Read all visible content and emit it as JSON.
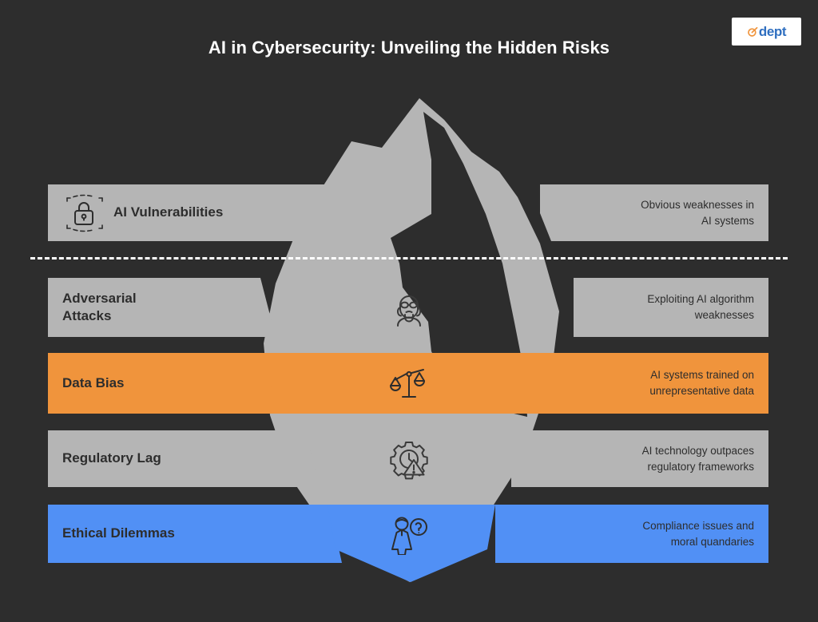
{
  "page": {
    "title": "AI in Cybersecurity: Unveiling the Hidden Risks",
    "background_color": "#2d2d2d",
    "water_line_label": ""
  },
  "logo": {
    "name": "dept-logo",
    "wordmark": "dept",
    "mark_color": "#f0943c",
    "text_color": "#2f6fc0",
    "background_color": "#ffffff"
  },
  "colors": {
    "gray": "#b5b5b5",
    "orange": "#f0943c",
    "blue": "#5190f5",
    "dark": "#2d2d2d",
    "text_dark": "#2d2d2d",
    "title_text": "#ffffff"
  },
  "rows": [
    {
      "id": "ai-vulnerabilities",
      "label": "AI Vulnerabilities",
      "description": "Obvious weaknesses in\nAI systems",
      "color": "#b5b5b5",
      "zone": "above-water",
      "badge_icon": "padlock-icon",
      "center_icon": null
    },
    {
      "id": "adversarial-attacks",
      "label": "Adversarial\nAttacks",
      "description": "Exploiting AI algorithm\nweaknesses",
      "color": "#b5b5b5",
      "zone": "below-water",
      "badge_icon": null,
      "center_icon": "masked-hacker-icon"
    },
    {
      "id": "data-bias",
      "label": "Data Bias",
      "description": "AI systems trained on\nunrepresentative data",
      "color": "#f0943c",
      "zone": "below-water",
      "badge_icon": null,
      "center_icon": "unbalanced-scales-icon"
    },
    {
      "id": "regulatory-lag",
      "label": "Regulatory Lag",
      "description": "AI technology outpaces\nregulatory frameworks",
      "color": "#b5b5b5",
      "zone": "below-water",
      "badge_icon": null,
      "center_icon": "gear-clock-warning-icon"
    },
    {
      "id": "ethical-dilemmas",
      "label": "Ethical Dilemmas",
      "description": "Compliance issues and\nmoral quandaries",
      "color": "#5190f5",
      "zone": "below-water",
      "badge_icon": null,
      "center_icon": "person-question-icon"
    }
  ]
}
